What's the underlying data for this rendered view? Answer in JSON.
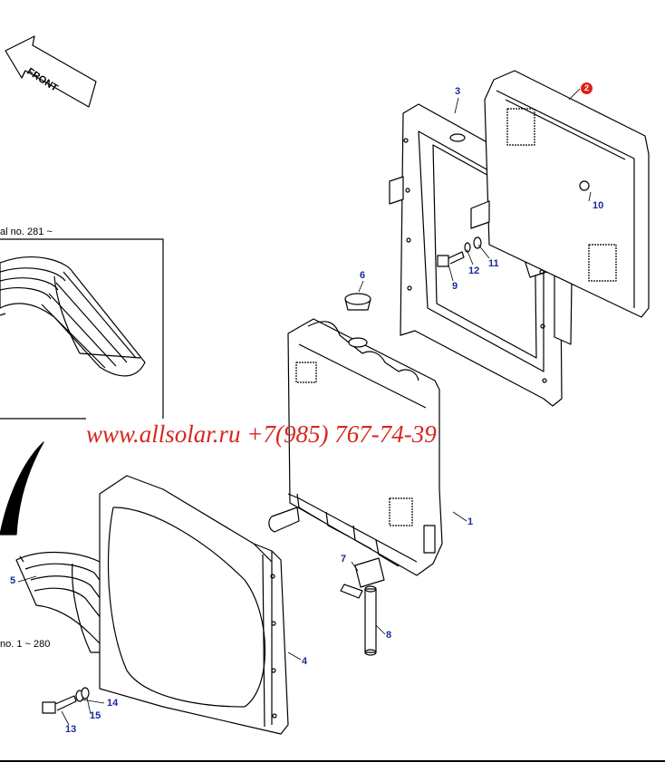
{
  "diagram": {
    "front_label": "FRONT",
    "serial_upper": "al no. 281 ~",
    "serial_lower": "no. 1 ~ 280",
    "watermark": "www.allsolar.ru +7(985) 767-74-39",
    "callout_red": "2",
    "callouts": [
      "1",
      "3",
      "4",
      "5",
      "6",
      "7",
      "8",
      "9",
      "10",
      "11",
      "12",
      "13",
      "14",
      "15"
    ],
    "colors": {
      "callout_text": "#1a2a9c",
      "watermark": "#d7261e",
      "line": "#000000",
      "red_marker": "#e0201a"
    }
  }
}
